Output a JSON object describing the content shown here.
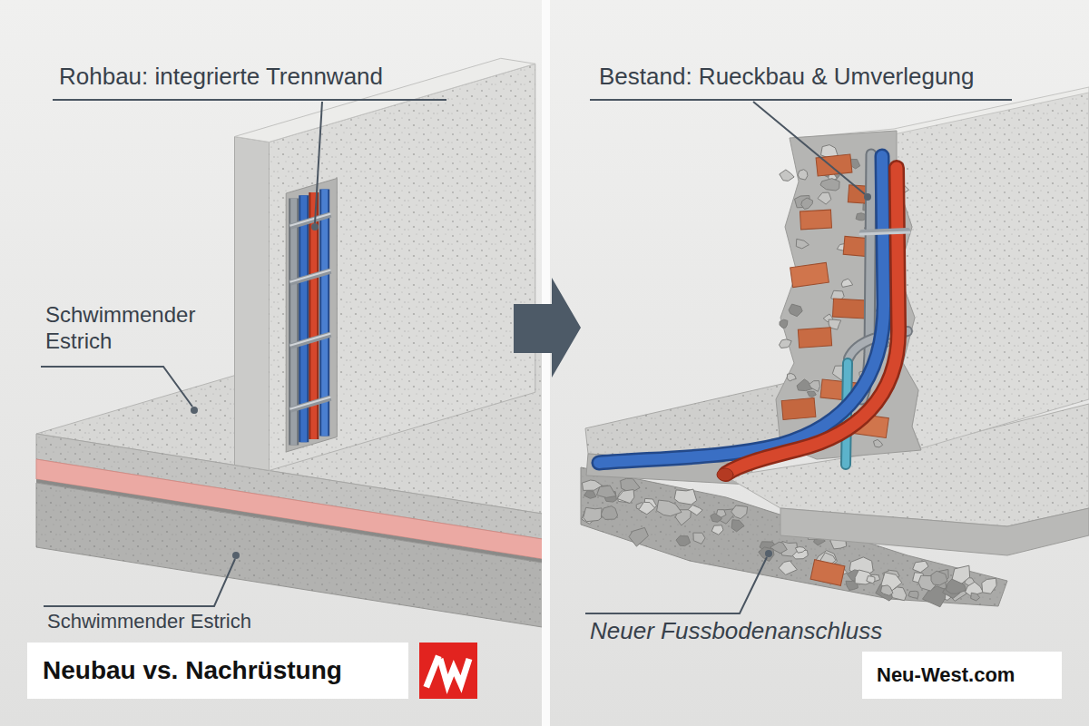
{
  "diagram": {
    "nodes": [
      {
        "text": [
          "Neubau vs. Nachrüstung"
        ]
      },
      {
        "text": [
          "Neu-West.com"
        ]
      }
    ],
    "labels": [
      "Rohbau: integrierte Trennwand",
      "Bestand: Rueckbau & Umverlegung",
      "Schwimmender Estrich",
      "Schwimmender Estrich",
      "Neuer Fussbodenanschluss"
    ]
  }
}
